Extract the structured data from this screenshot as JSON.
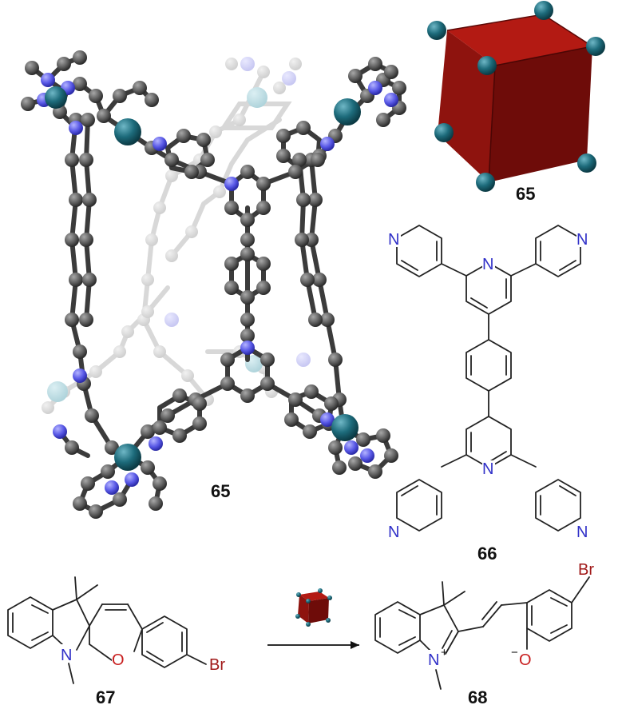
{
  "labels": {
    "model_label": "65",
    "cube_label": "65",
    "ligand_label": "66",
    "spiropyran_label": "67",
    "merocyanine_label": "68"
  },
  "atoms": {
    "n": "N",
    "o": "O",
    "o_minus": "−",
    "br": "Br",
    "n_plus": "+"
  },
  "colors": {
    "carbon": "#595959",
    "carbon_dark": "#2b2b2b",
    "nitrogen": "#5a5ae8",
    "palladium": "#1e6d7d",
    "cube_face": "#9a1410",
    "cube_dark": "#6e0c09",
    "oxygen_text": "#c81e1e",
    "bromine_text": "#a01818",
    "nitrogen_text": "#3030c8"
  }
}
